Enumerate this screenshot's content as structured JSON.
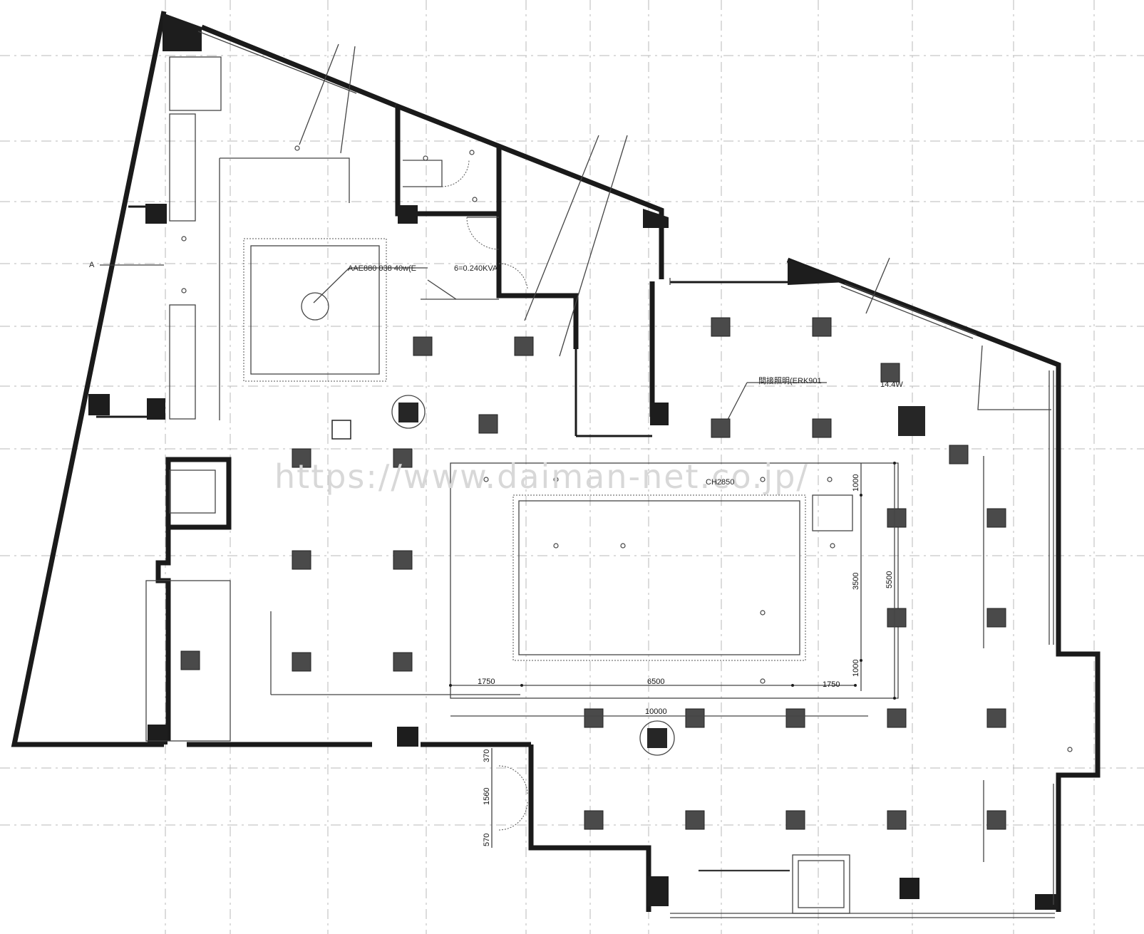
{
  "watermark": "https://www.daiman-net.co.jp/",
  "labels": {
    "fixture_code": "AAE880 038 40w(E",
    "power": "6=0.240KVA",
    "indirect_lighting": "間接照明(ERK901",
    "wattage": "14.4W",
    "ceiling_height": "CH2850",
    "marker_a": "A"
  },
  "dimensions": {
    "d_1750_left": "1750",
    "d_6500": "6500",
    "d_1750_right": "1750",
    "d_10000": "10000",
    "d_1000_top": "1000",
    "d_3500": "3500",
    "d_1000_bottom": "1000",
    "d_5500": "5500",
    "d_370": "370",
    "d_1560": "1560",
    "d_570": "570"
  }
}
